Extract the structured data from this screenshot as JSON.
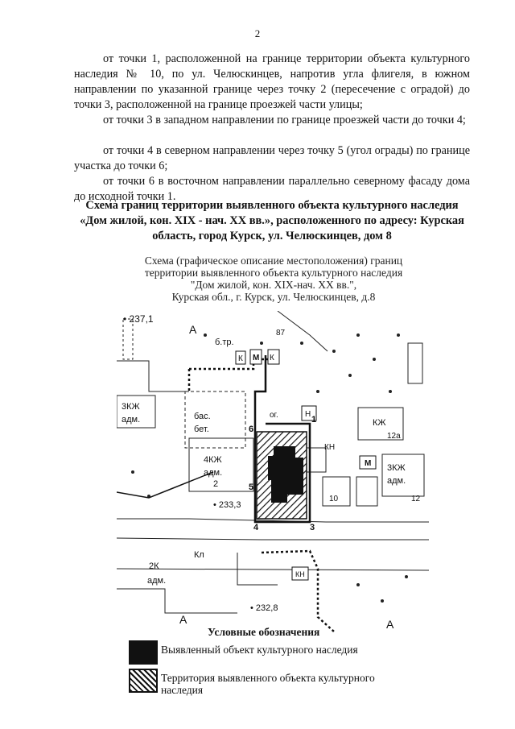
{
  "page_number": "2",
  "paragraphs": [
    "от точки 1, расположенной на границе территории объекта культурного наследия № 10, по ул. Челюскинцев, напротив угла флигеля, в южном направлении по указанной границе через точку 2 (пересечение с оградой) до точки 3, расположенной на границе проезжей части улицы;",
    "от точки 3 в западном направлении по границе проезжей части до точки 4;",
    "от точки 4 в северном направлении через точку 5 (угол ограды) по границе участка до точки 6;",
    "от точки 6 в восточном направлении параллельно северному фасаду дома до исходной точки 1."
  ],
  "heading": "Схема границ территории выявленного объекта культурного наследия «Дом жилой, кон. XIX - нач. XX вв.», расположенного по адресу: Курская область, город Курск, ул. Челюскинцев, дом 8",
  "schema_title": [
    "Схема (графическое описание местоположения) границ",
    "территории выявленного объекта культурного наследия",
    "\"Дом жилой, кон. XIX-нач. XX вв.\",",
    "Курская обл., г. Курск, ул. Челюскинцев, д.8"
  ],
  "map_labels": {
    "elev_1": "237,1",
    "elev_2": "233,3",
    "elev_3": "232,8",
    "zone_a": "А",
    "btr": "б.тр.",
    "k": "К",
    "m": "М",
    "bldg_3kzh": "3КЖ",
    "adm": "адм.",
    "bas": "бас.",
    "bet": "бет.",
    "bldg_4kzh": "4КЖ",
    "og": "ог.",
    "n": "Н",
    "kzh": "КЖ",
    "n12a": "12а",
    "kn": "КН",
    "kl": "Кл",
    "bldg_2k": "2К",
    "n10": "10",
    "n12": "12",
    "n87": "87",
    "pts": [
      "1",
      "2",
      "3",
      "4",
      "5",
      "6"
    ]
  },
  "legend": {
    "title": "Условные обозначения",
    "items": [
      "Выявленный объект культурного наследия",
      "Территория выявленного объекта культурного наследия"
    ]
  }
}
